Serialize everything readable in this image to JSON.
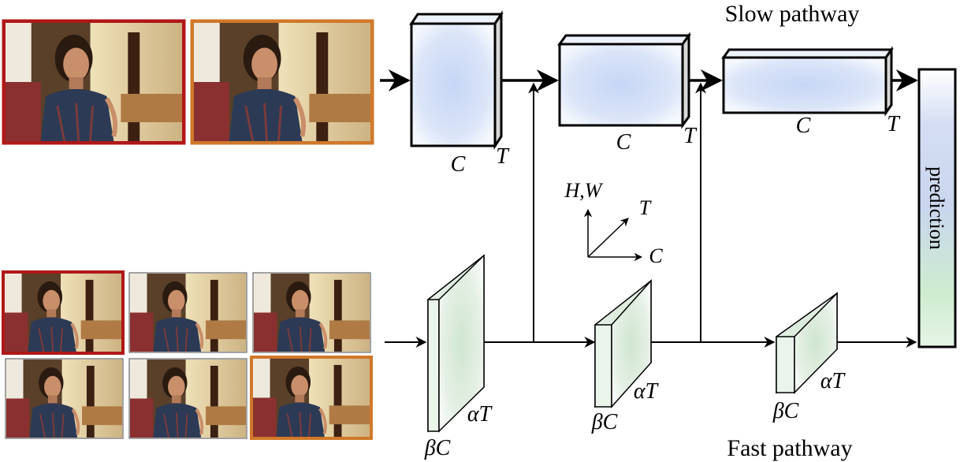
{
  "titles": {
    "slow": "Slow pathway",
    "fast": "Fast pathway",
    "prediction": "prediction"
  },
  "slow_blocks": [
    {
      "c_label": "C",
      "t_label": "T"
    },
    {
      "c_label": "C",
      "t_label": "T"
    },
    {
      "c_label": "C",
      "t_label": "T"
    }
  ],
  "fast_blocks": [
    {
      "c_label": "βC",
      "t_label": "αT"
    },
    {
      "c_label": "βC",
      "t_label": "αT"
    },
    {
      "c_label": "βC",
      "t_label": "αT"
    }
  ],
  "axes": {
    "hw": "H,W",
    "t": "T",
    "c": "C"
  },
  "colors": {
    "slow_fill": "#cfdcf5",
    "fast_fill": "#d7ead8",
    "frame_first": "#b01818",
    "frame_last": "#d0782a"
  }
}
